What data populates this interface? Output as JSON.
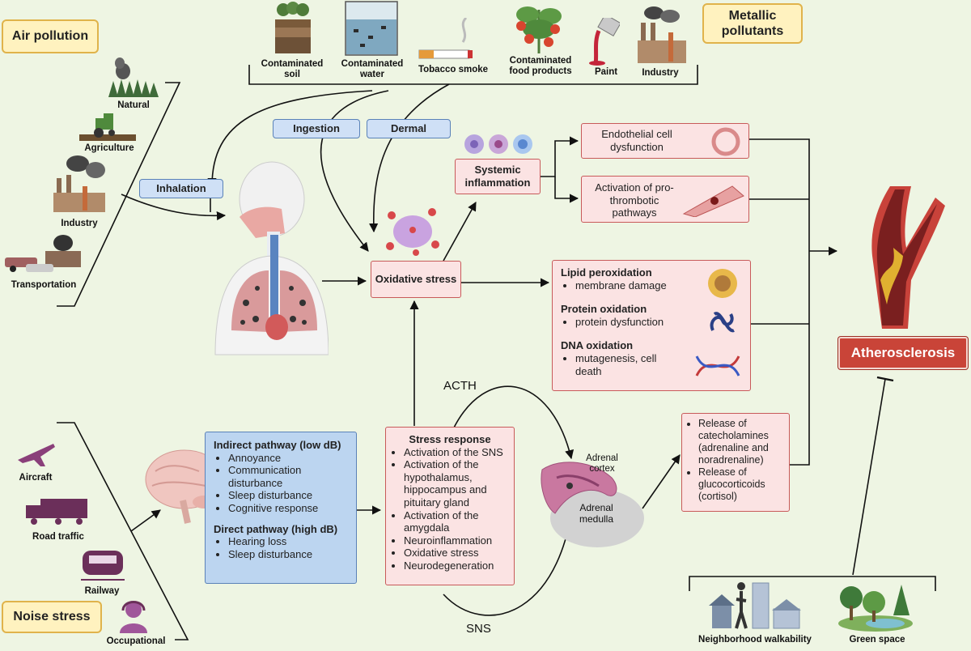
{
  "sources": {
    "air_pollution": "Air pollution",
    "metallic_pollutants": "Metallic pollutants",
    "noise_stress": "Noise stress"
  },
  "air_sources": [
    "Natural",
    "Agriculture",
    "Industry",
    "Transportation"
  ],
  "metal_sources": [
    "Contaminated soil",
    "Contaminated water",
    "Tobacco smoke",
    "Contaminated food products",
    "Paint",
    "Industry"
  ],
  "noise_sources": [
    "Aircraft",
    "Road traffic",
    "Railway",
    "Occupational"
  ],
  "routes": {
    "inhalation": "Inhalation",
    "ingestion": "Ingestion",
    "dermal": "Dermal"
  },
  "oxidative_stress": "Oxidative stress",
  "systemic_inflammation": "Systemic inflammation",
  "endothelial": "Endothelial cell dysfunction",
  "thrombotic": "Activation of pro-thrombotic pathways",
  "oxidation": {
    "lipid_title": "Lipid peroxidation",
    "lipid_item": "membrane damage",
    "protein_title": "Protein oxidation",
    "protein_item": "protein dysfunction",
    "dna_title": "DNA oxidation",
    "dna_item": "mutagenesis, cell death"
  },
  "noise_pathway": {
    "indirect_title": "Indirect pathway (low dB)",
    "indirect_items": [
      "Annoyance",
      "Communication disturbance",
      "Sleep disturbance",
      "Cognitive response"
    ],
    "direct_title": "Direct pathway (high dB)",
    "direct_items": [
      "Hearing loss",
      "Sleep disturbance"
    ]
  },
  "stress_response": {
    "title": "Stress response",
    "items": [
      "Activation of the SNS",
      "Activation of the hypothalamus, hippocampus and pituitary gland",
      "Activation of the amygdala",
      "Neuroinflammation",
      "Oxidative stress",
      "Neurodegeneration"
    ]
  },
  "hormones": [
    "Release of catecholamines (adrenaline and noradrenaline)",
    "Release of glucocorticoids (cortisol)"
  ],
  "adrenal": {
    "cortex": "Adrenal cortex",
    "medulla": "Adrenal medulla"
  },
  "acth": "ACTH",
  "sns": "SNS",
  "atherosclerosis": "Atherosclerosis",
  "protective": {
    "walkability": "Neighborhood  walkability",
    "green_space": "Green space"
  }
}
